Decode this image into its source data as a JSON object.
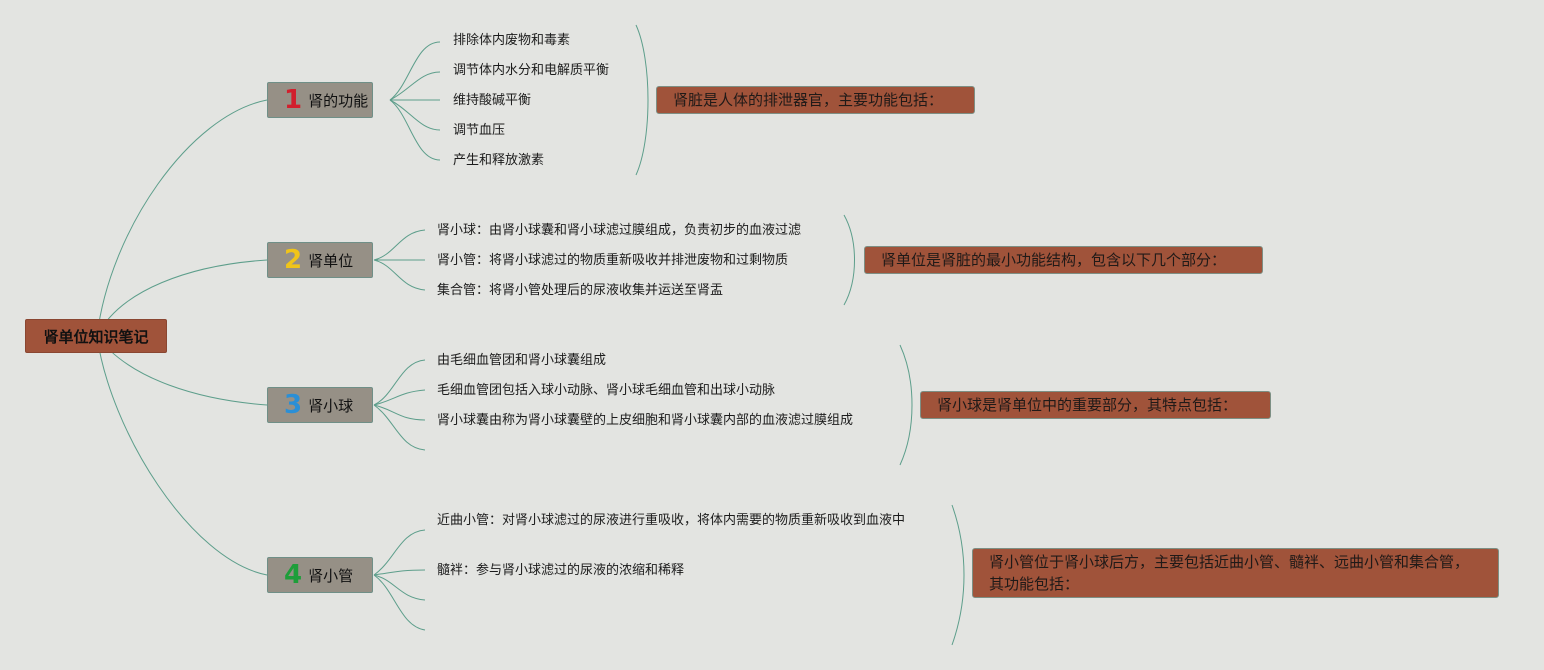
{
  "root": {
    "label": "肾单位知识笔记"
  },
  "topics": [
    {
      "num": "1",
      "num_color": "#d21f2d",
      "label": "肾的功能",
      "items": [
        "排除体内废物和毒素",
        "调节体内水分和电解质平衡",
        "维持酸碱平衡",
        "调节血压",
        "产生和释放激素"
      ],
      "summary": "肾脏是人体的排泄器官，主要功能包括："
    },
    {
      "num": "2",
      "num_color": "#f0c419",
      "label": "肾单位",
      "items": [
        "肾小球：由肾小球囊和肾小球滤过膜组成，负责初步的血液过滤",
        "肾小管：将肾小球滤过的物质重新吸收并排泄废物和过剩物质",
        "集合管：将肾小管处理后的尿液收集并运送至肾盂"
      ],
      "summary": "肾单位是肾脏的最小功能结构，包含以下几个部分："
    },
    {
      "num": "3",
      "num_color": "#2b8fd6",
      "label": "肾小球",
      "items": [
        "由毛细血管团和肾小球囊组成",
        "毛细血管团包括入球小动脉、肾小球毛细血管和出球小动脉",
        "肾小球囊由称为肾小球囊壁的上皮细胞和肾小球囊内部的血液滤过膜组成"
      ],
      "summary": "肾小球是肾单位中的重要部分，其特点包括："
    },
    {
      "num": "4",
      "num_color": "#1e9e3a",
      "label": "肾小管",
      "items": [
        "近曲小管：对肾小球滤过的尿液进行重吸收，将体内需要的物质重新吸收到血液中",
        "髓袢：参与肾小球滤过的尿液的浓缩和稀释"
      ],
      "summary": "肾小管位于肾小球后方，主要包括近曲小管、髓袢、远曲小管和集合管，其功能包括："
    }
  ],
  "colors": {
    "connector": "#5d9e8b",
    "summary_bg": "#a0533a",
    "topic_bg": "#969086"
  }
}
